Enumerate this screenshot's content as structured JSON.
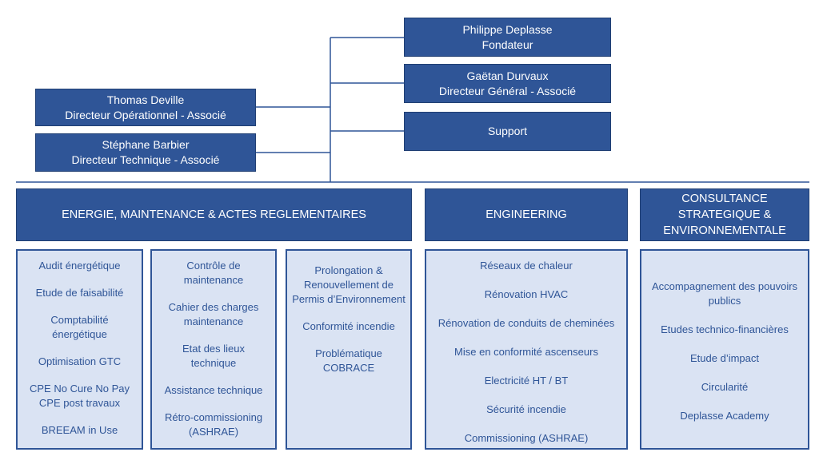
{
  "leadership": {
    "founder": {
      "name": "Philippe Deplasse",
      "role": "Fondateur"
    },
    "ceo": {
      "name": "Gaëtan Durvaux",
      "role": "Directeur Général - Associé"
    },
    "support": {
      "label": "Support"
    },
    "coo": {
      "name": "Thomas Deville",
      "role": "Directeur Opérationnel - Associé"
    },
    "cto": {
      "name": "Stéphane Barbier",
      "role": "Directeur Technique - Associé"
    }
  },
  "divisions": {
    "energy": {
      "title": "ENERGIE, MAINTENANCE & ACTES REGLEMENTAIRES",
      "col1": [
        "Audit énergétique",
        "Etude de faisabilité",
        "Comptabilité énergétique",
        "Optimisation GTC",
        "CPE No Cure No Pay CPE post travaux",
        "BREEAM in Use"
      ],
      "col2": [
        "Contrôle de maintenance",
        "Cahier des charges maintenance",
        "Etat des lieux technique",
        "Assistance technique",
        "Rétro-commissioning (ASHRAE)"
      ],
      "col3": [
        "Prolongation & Renouvellement de Permis d’Environnement",
        "Conformité incendie",
        "Problématique COBRACE"
      ]
    },
    "engineering": {
      "title": "ENGINEERING",
      "items": [
        "Réseaux de chaleur",
        "Rénovation HVAC",
        "Rénovation de conduits de cheminées",
        "Mise en conformité ascenseurs",
        "Electricité HT / BT",
        "Sécurité incendie",
        "Commissioning (ASHRAE)"
      ]
    },
    "consultance": {
      "title": "CONSULTANCE STRATEGIQUE & ENVIRONNEMENTALE",
      "items": [
        "Accompagnement des pouvoirs publics",
        "Etudes technico-financières",
        "Etude d’impact",
        "Circularité",
        "Deplasse Academy"
      ]
    }
  }
}
